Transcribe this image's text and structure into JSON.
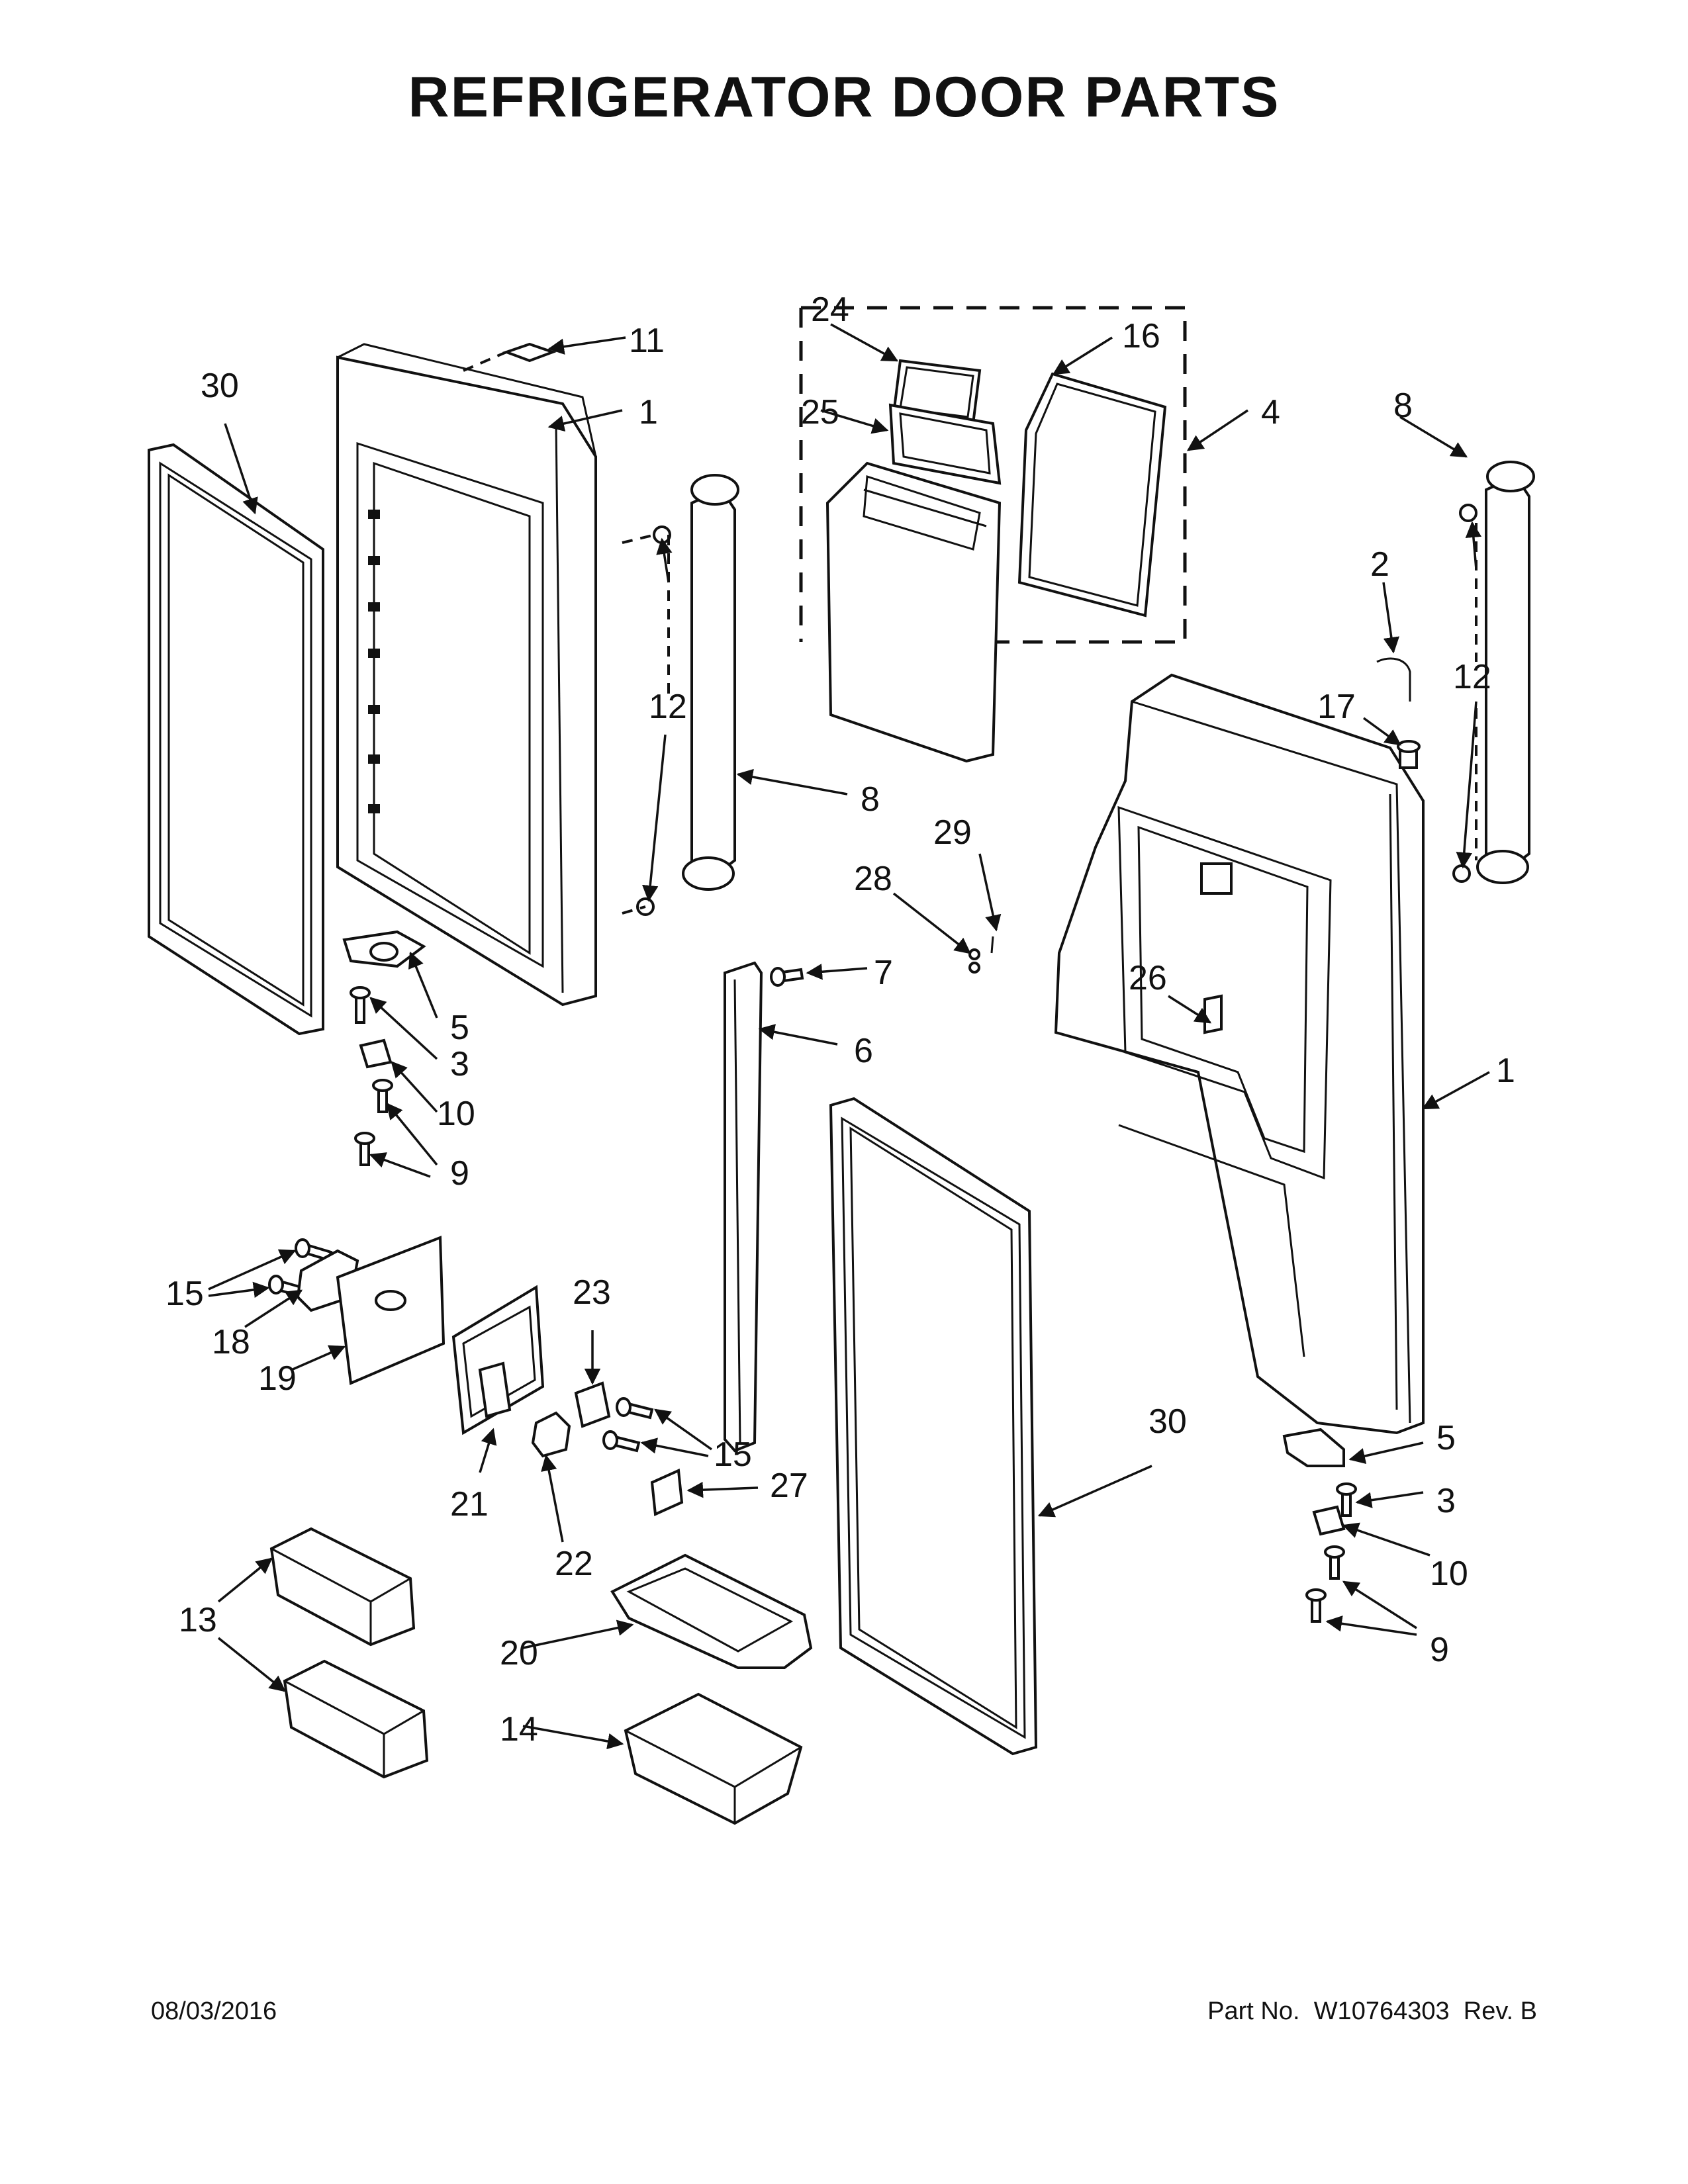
{
  "title": "REFRIGERATOR DOOR PARTS",
  "footer": {
    "date": "08/03/2016",
    "part_label": "Part No.",
    "part_number": "W10764303",
    "rev_label": "Rev.",
    "rev": "B"
  },
  "callouts": {
    "c1": "1",
    "c2": "2",
    "c3": "3",
    "c4": "4",
    "c5": "5",
    "c6": "6",
    "c7": "7",
    "c8": "8",
    "c9": "9",
    "c10": "10",
    "c11": "11",
    "c12": "12",
    "c13": "13",
    "c14": "14",
    "c15": "15",
    "c16": "16",
    "c17": "17",
    "c18": "18",
    "c19": "19",
    "c20": "20",
    "c21": "21",
    "c22": "22",
    "c23": "23",
    "c24": "24",
    "c25": "25",
    "c26": "26",
    "c27": "27",
    "c28": "28",
    "c29": "29",
    "c30": "30"
  }
}
